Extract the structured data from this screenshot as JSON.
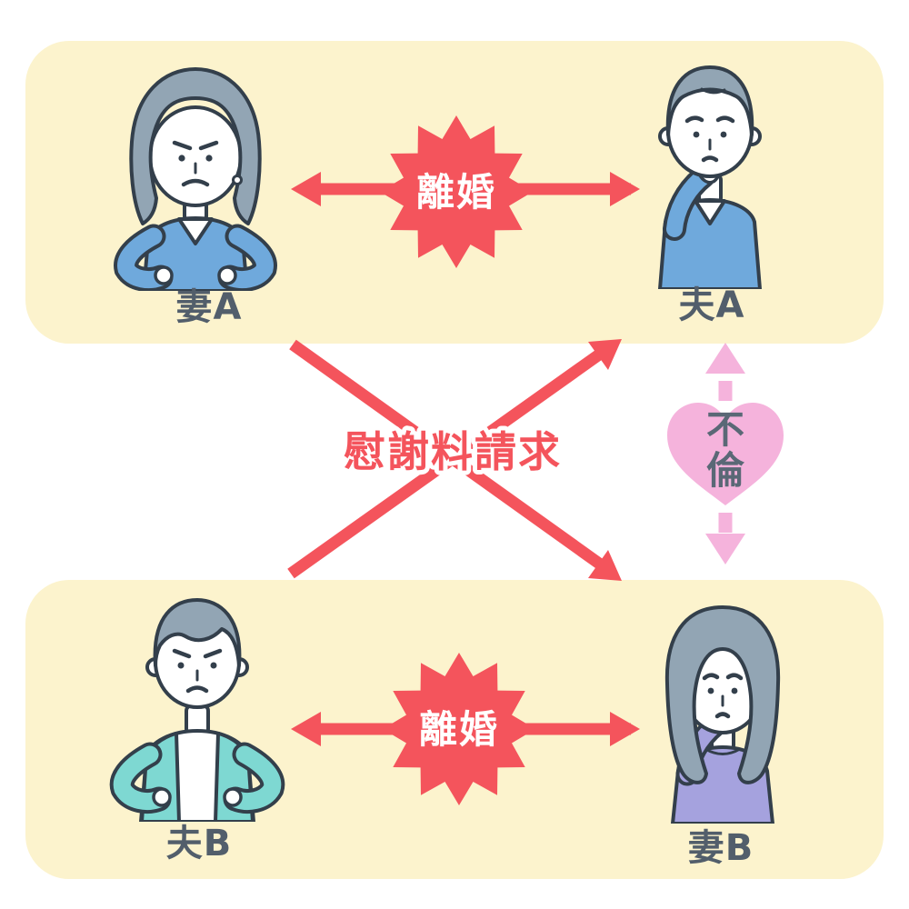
{
  "colors": {
    "panel": "#FCF3CD",
    "red": "#F4545C",
    "pink": "#F5B3DC",
    "label": "#525E6B",
    "affair_text": "#5A6876",
    "outline": "#333F4B",
    "hair": "#92A5B4",
    "blue": "#6FA9DC",
    "teal": "#7ED8D2",
    "purple": "#A5A2DE",
    "white": "#FFFFFF"
  },
  "panels": {
    "top": {
      "left_person": {
        "label": "妻A",
        "figure": "angry-wife-illustration"
      },
      "right_person": {
        "label": "夫A",
        "figure": "worried-husband-illustration"
      },
      "burst_label": "離婚"
    },
    "bottom": {
      "left_person": {
        "label": "夫B",
        "figure": "angry-husband-illustration"
      },
      "right_person": {
        "label": "妻B",
        "figure": "worried-wife-illustration"
      },
      "burst_label": "離婚"
    }
  },
  "relations": {
    "claim_label": "慰謝料請求",
    "affair": {
      "label": "不倫",
      "char_top": "不",
      "char_bottom": "倫"
    }
  }
}
